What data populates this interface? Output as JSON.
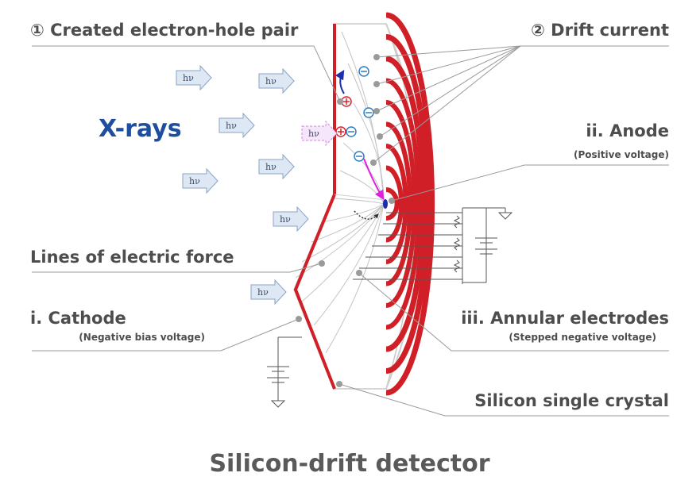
{
  "title": "Silicon-drift detector",
  "xrays": "X-rays",
  "photon": "hν",
  "labels": {
    "created_pair": "① Created electron-hole pair",
    "drift_current": "② Drift current",
    "anode": "ii. Anode",
    "anode_sub": "(Positive voltage)",
    "field_lines": "Lines of electric force",
    "cathode": "i. Cathode",
    "cathode_sub": "(Negative bias voltage)",
    "annular": "iii. Annular electrodes",
    "annular_sub": "(Stepped negative voltage)",
    "crystal": "Silicon single crystal"
  },
  "colors": {
    "electrode": "#d01f26",
    "xrays": "#1f4e9e",
    "text": "#4d4d4d",
    "leader": "#9a9a9a",
    "arrow_fill": "#dde8f4",
    "arrow_stroke": "#8aa3c4",
    "electron": "#2e7fc4",
    "hole": "#e0202a",
    "anode": "#1a2fb0",
    "drift_path": "#e020e0"
  }
}
